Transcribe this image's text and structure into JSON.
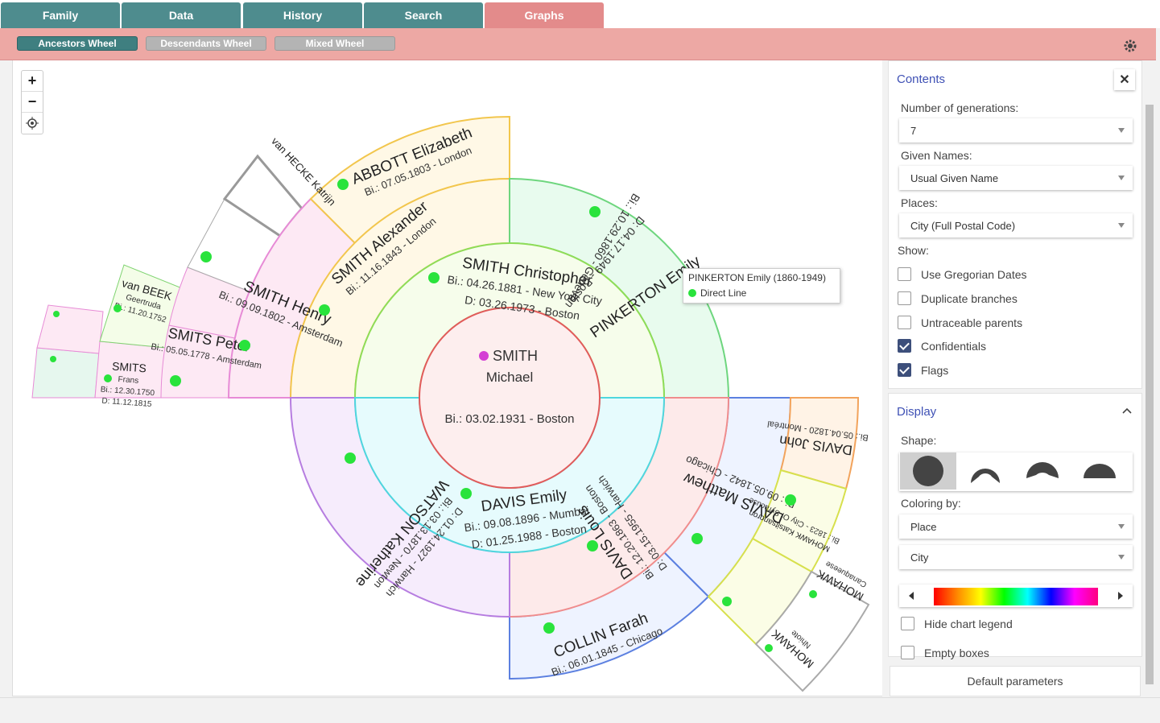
{
  "tabs": [
    {
      "label": "Family"
    },
    {
      "label": "Data"
    },
    {
      "label": "History"
    },
    {
      "label": "Search"
    },
    {
      "label": "Graphs"
    }
  ],
  "subtabs": [
    {
      "label": "Ancestors Wheel"
    },
    {
      "label": "Descendants Wheel"
    },
    {
      "label": "Mixed Wheel"
    }
  ],
  "zoom": {
    "plus": "+",
    "minus": "−"
  },
  "tooltip": {
    "name": "PINKERTON Emily (1860-1949)",
    "line": "Direct Line"
  },
  "wheel": {
    "root": {
      "surname": "SMITH",
      "given": "Michael",
      "birth": "Bi.: 03.02.1931 - Boston"
    },
    "gen1": {
      "father": {
        "name": "SMITH Christopher",
        "birth": "Bi.: 04.26.1881 - New York City",
        "death": "D: 03.26.1973 - Boston"
      },
      "mother": {
        "name": "DAVIS Emily",
        "birth": "Bi.: 09.08.1896 - Mumbai",
        "death": "D: 01.25.1988 - Boston"
      }
    },
    "gen2": {
      "ff": {
        "name": "SMITH Alexander",
        "birth": "Bi.: 11.16.1843 - London"
      },
      "fm": {
        "name": "PINKERTON Emily",
        "birth": "Bi.: 10.29.1860 - Geneva",
        "death": "D: 04.17.1949 - Boston"
      },
      "mf": {
        "name": "DAVIS Louis",
        "birth": "Bi.: 12.20.1863 - Boston",
        "death": "D: 03.15.1955 - Harwich"
      },
      "mm": {
        "name": "WATSON Katherine",
        "birth": "Bi.: 03.13.1870 - Newton",
        "death": "D: 01.24.1927 - Harwich"
      }
    },
    "gen3": {
      "fff": {
        "name": "SMITH Henry",
        "birth": "Bi.: 09.09.1802 - Amsterdam"
      },
      "ffm": {
        "name": "ABBOTT Elizabeth",
        "birth": "Bi.: 07.05.1803 - London"
      },
      "mff": {
        "name": "DAVIS Matthew",
        "birth": "Bi.: 09.05.1842 - Chicago"
      },
      "mfm": {
        "name": "COLLIN Farah",
        "birth": "Bi.: 06.01.1845 - Chicago"
      }
    },
    "gen4": {
      "ffff": {
        "name": "SMITS Peter",
        "birth": "Bi.: 05.05.1778 - Amsterdam"
      },
      "fffm": {
        "name": "van HECKE Katrijn"
      },
      "mfff": {
        "name": "DAVIS John",
        "birth": "Bi.: 05.04.1820 - Montréal"
      },
      "mffm": {
        "name": "MOHAWK Katsitsanoron",
        "birth": "Bi.: 1823 - City Of Syracuse"
      }
    },
    "gen5": {
      "a": {
        "name": "SMITS",
        "given": "Frans",
        "birth": "Bi.: 12.30.1750",
        "death": "D: 11.12.1815"
      },
      "b": {
        "name": "van BEEK",
        "given": "Geertruda",
        "birth": "Bi.: 11.20.1752"
      },
      "c": {
        "name": "MOHAWK",
        "given": "Canaqueese"
      },
      "d": {
        "name": "MOHAWK",
        "given": "Nhiote"
      }
    }
  },
  "panel": {
    "contents_title": "Contents",
    "close": "✕",
    "generations_label": "Number of generations:",
    "generations_value": "7",
    "given_label": "Given Names:",
    "given_value": "Usual Given Name",
    "places_label": "Places:",
    "places_value": "City (Full Postal Code)",
    "show_label": "Show:",
    "checks": [
      {
        "label": "Use Gregorian Dates",
        "checked": false
      },
      {
        "label": "Duplicate branches",
        "checked": false
      },
      {
        "label": "Untraceable parents",
        "checked": false
      },
      {
        "label": "Confidentials",
        "checked": true
      },
      {
        "label": "Flags",
        "checked": true
      }
    ],
    "display_title": "Display",
    "shape_label": "Shape:",
    "coloring_label": "Coloring by:",
    "coloring_value": "Place",
    "coloring_sub": "City",
    "hide_legend": "Hide chart legend",
    "empty_boxes": "Empty boxes",
    "default_params": "Default parameters"
  }
}
